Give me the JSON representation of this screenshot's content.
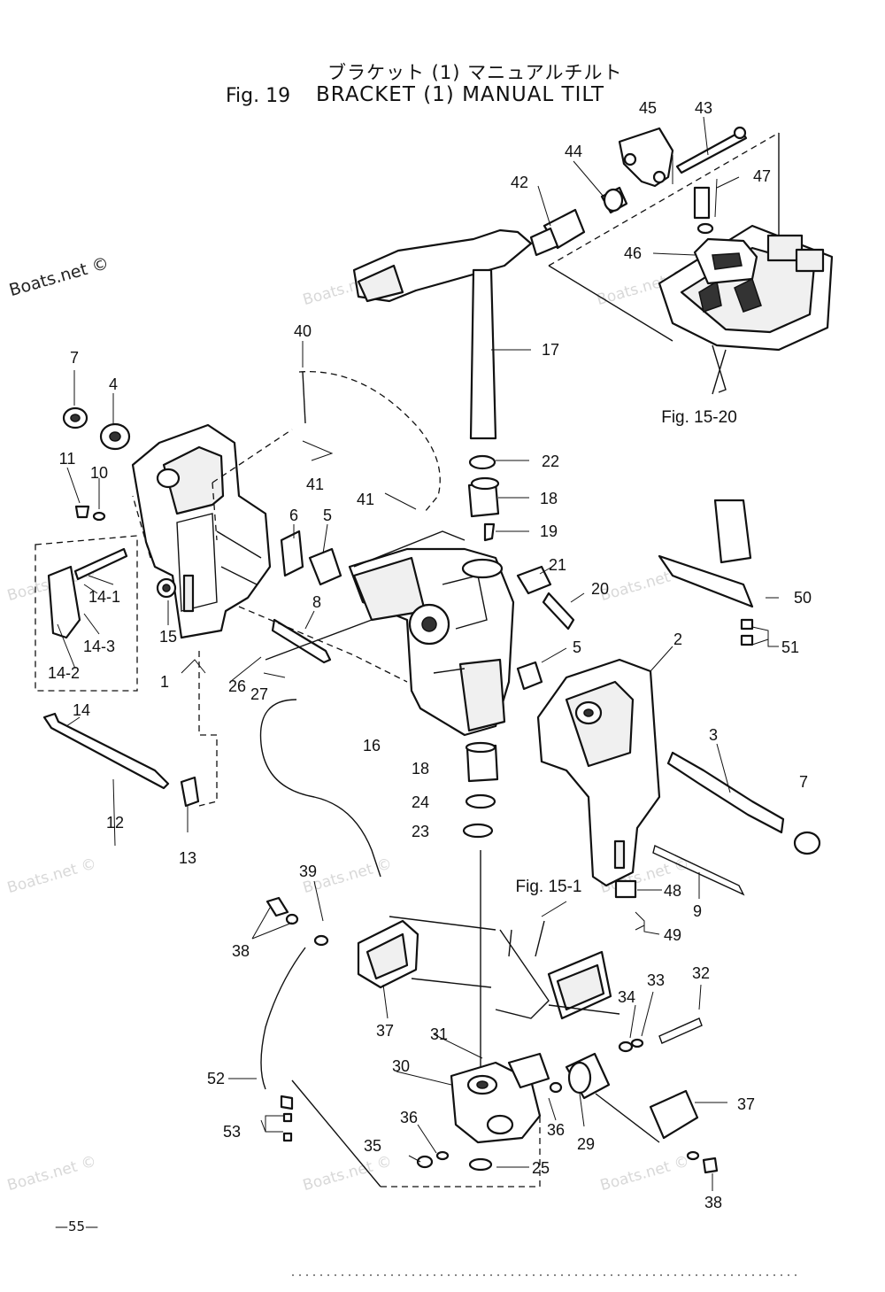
{
  "header": {
    "japanese_title": "ブラケット (1) マニュアルチルト",
    "figure_label": "Fig. 19",
    "figure_name": "BRACKET (1) MANUAL TILT"
  },
  "watermarks": {
    "primary": "Boats.net ©",
    "faint": "Boats.net ©"
  },
  "references": {
    "fig_15_20": "Fig. 15-20",
    "fig_15_1": "Fig. 15-1"
  },
  "part_numbers": {
    "p1": "1",
    "p2": "2",
    "p3": "3",
    "p4": "4",
    "p5a": "5",
    "p5b": "5",
    "p6": "6",
    "p7a": "7",
    "p7b": "7",
    "p8": "8",
    "p9": "9",
    "p10": "10",
    "p11": "11",
    "p12": "12",
    "p13": "13",
    "p14": "14",
    "p14_1": "14-1",
    "p14_2": "14-2",
    "p14_3": "14-3",
    "p15": "15",
    "p16": "16",
    "p17": "17",
    "p18a": "18",
    "p18b": "18",
    "p19": "19",
    "p20": "20",
    "p21": "21",
    "p22": "22",
    "p23": "23",
    "p24": "24",
    "p25": "25",
    "p26": "26",
    "p27": "27",
    "p29": "29",
    "p30": "30",
    "p31": "31",
    "p32": "32",
    "p33": "33",
    "p34": "34",
    "p35": "35",
    "p36a": "36",
    "p36b": "36",
    "p37a": "37",
    "p37b": "37",
    "p38a": "38",
    "p38b": "38",
    "p39": "39",
    "p40": "40",
    "p41a": "41",
    "p41b": "41",
    "p42": "42",
    "p43": "43",
    "p44": "44",
    "p45": "45",
    "p46": "46",
    "p47": "47",
    "p48": "48",
    "p49": "49",
    "p50": "50",
    "p51": "51",
    "p52": "52",
    "p53": "53"
  },
  "footer": {
    "page_number": "—55—"
  }
}
